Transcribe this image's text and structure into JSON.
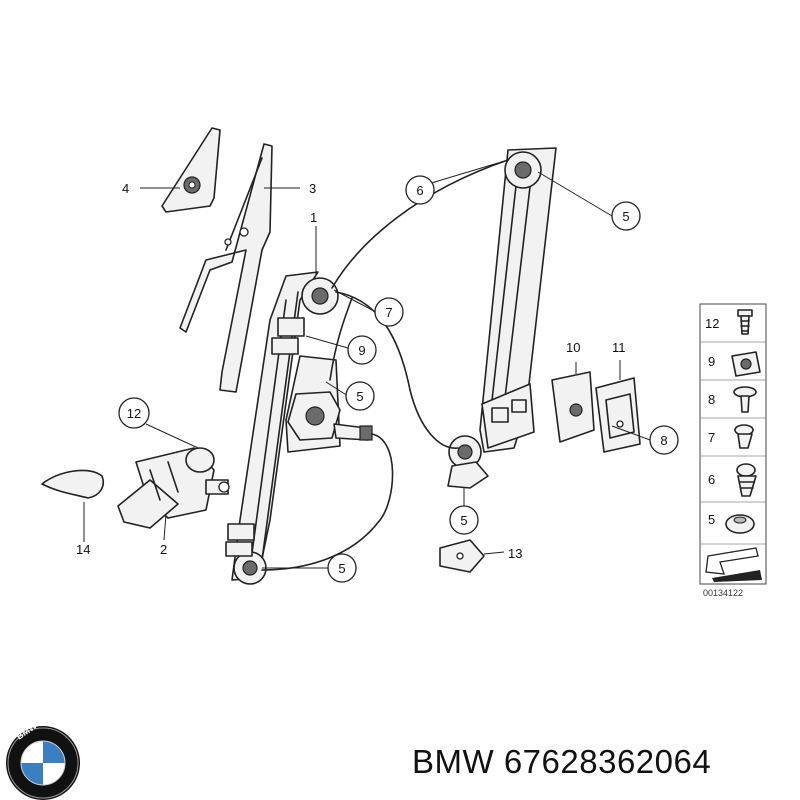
{
  "callouts": {
    "c1": "1",
    "c2": "2",
    "c3": "3",
    "c4": "4",
    "c5a": "5",
    "c5b": "5",
    "c5c": "5",
    "c5d": "5",
    "c6": "6",
    "c7": "7",
    "c8": "8",
    "c9": "9",
    "c10": "10",
    "c11": "11",
    "c12": "12",
    "c13": "13",
    "c14": "14"
  },
  "legend": {
    "items": [
      "12",
      "9",
      "8",
      "7",
      "6",
      "5"
    ]
  },
  "diagram_code": "00134122",
  "logo_text": "BMW",
  "footer": {
    "brand": "BMW",
    "part_number": "67628362064"
  }
}
